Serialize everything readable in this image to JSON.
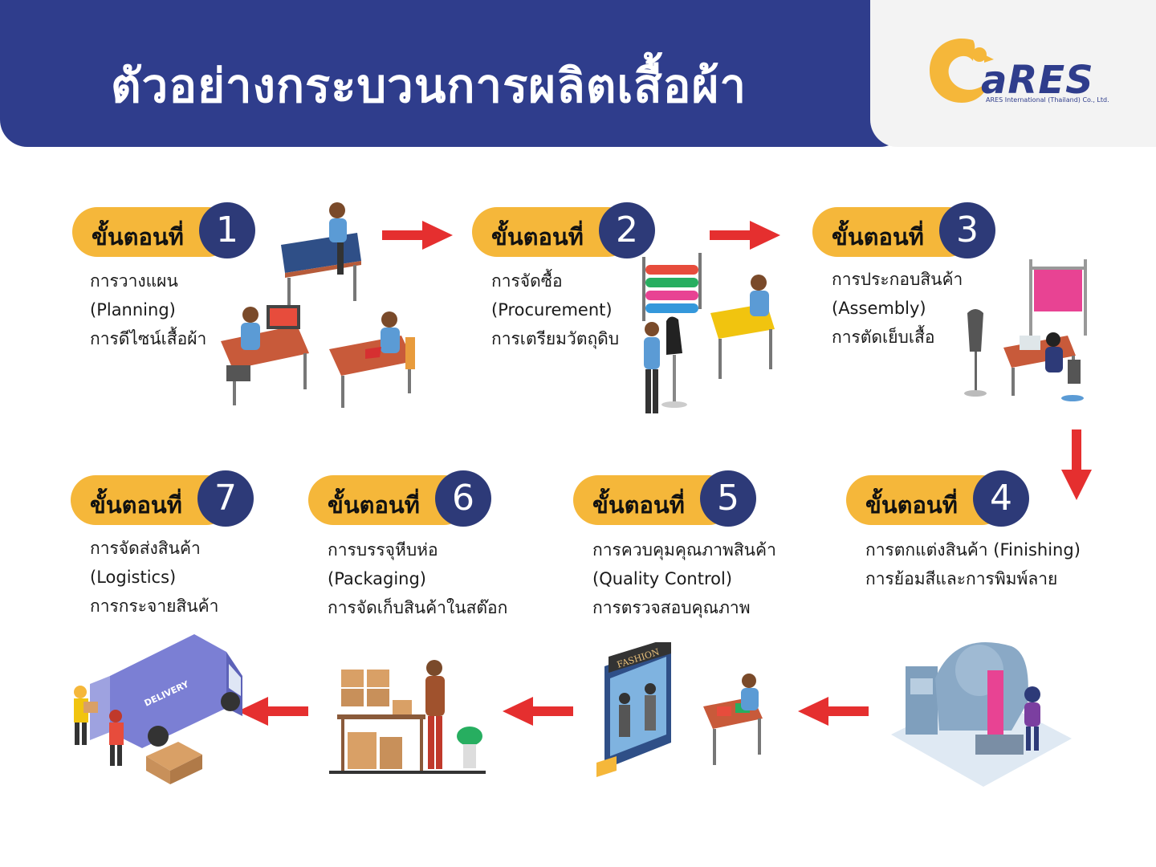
{
  "header": {
    "title": "ตัวอย่างกระบวนการผลิตเสื้อผ้า"
  },
  "logo": {
    "name": "aRES",
    "subtitle": "ARES International (Thailand) Co., Ltd."
  },
  "colors": {
    "header_bg": "#2f3d8c",
    "pill": "#f5b73a",
    "number_circle": "#2d3a78",
    "arrow": "#e52f2f"
  },
  "steps": [
    {
      "label": "ขั้นตอนที่",
      "number": "1",
      "lines": [
        "การวางแผน",
        "(Planning)",
        "การดีไซน์เสื้อผ้า"
      ],
      "icon": "designers-at-desks-icon"
    },
    {
      "label": "ขั้นตอนที่",
      "number": "2",
      "lines": [
        "การจัดซื้อ",
        "(Procurement)",
        "การเตรียมวัตถุดิบ"
      ],
      "icon": "fabric-rolls-mannequin-icon"
    },
    {
      "label": "ขั้นตอนที่",
      "number": "3",
      "lines": [
        "การประกอบสินค้า",
        "(Assembly)",
        "การตัดเย็บเสื้อ"
      ],
      "icon": "sewing-station-icon"
    },
    {
      "label": "ขั้นตอนที่",
      "number": "4",
      "lines": [
        "การตกแต่งสินค้า (Finishing)",
        "การย้อมสีและการพิมพ์ลาย"
      ],
      "icon": "dyeing-machine-icon"
    },
    {
      "label": "ขั้นตอนที่",
      "number": "5",
      "lines": [
        "การควบคุมคุณภาพสินค้า",
        "(Quality Control)",
        "การตรวจสอบคุณภาพ"
      ],
      "icon": "fashion-store-inspection-icon",
      "sign": "FASHION"
    },
    {
      "label": "ขั้นตอนที่",
      "number": "6",
      "lines": [
        "การบรรจุหีบห่อ",
        "(Packaging)",
        "การจัดเก็บสินค้าในสต๊อก"
      ],
      "icon": "warehouse-boxes-icon"
    },
    {
      "label": "ขั้นตอนที่",
      "number": "7",
      "lines": [
        "การจัดส่งสินค้า",
        "(Logistics)",
        "การกระจายสินค้า"
      ],
      "icon": "delivery-van-icon",
      "van_text": "DELIVERY"
    }
  ]
}
